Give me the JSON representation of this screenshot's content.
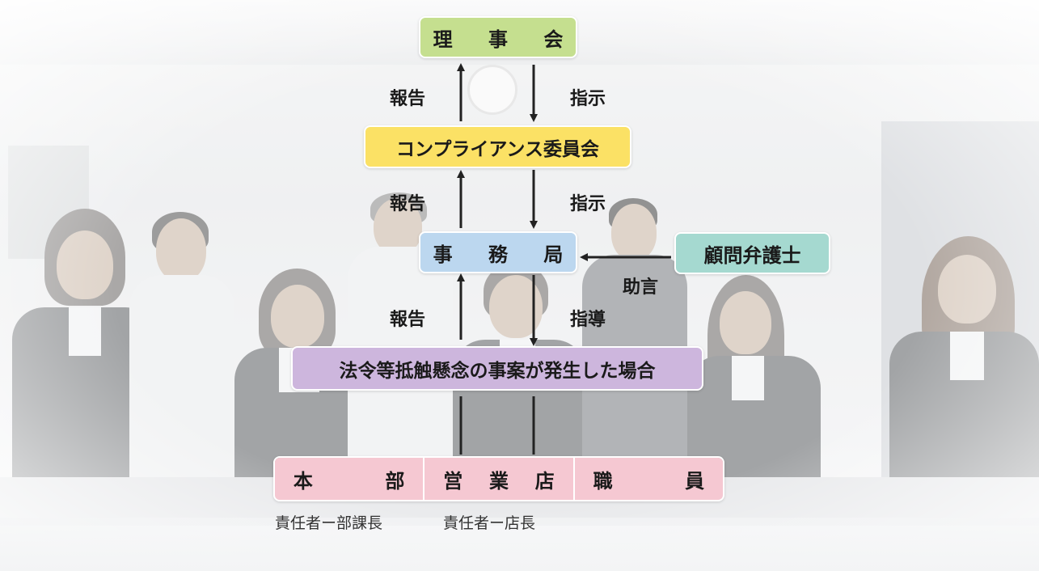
{
  "nodes": {
    "board": "理 事 会",
    "compliance_committee": "コンプライアンス委員会",
    "secretariat": "事 務 局",
    "legal_advisor": "顧問弁護士",
    "incident": "法令等抵触懸念の事案が発生した場合"
  },
  "edges": {
    "report_1": "報告",
    "instruct_1": "指示",
    "report_2": "報告",
    "instruct_2": "指示",
    "report_3": "報告",
    "guide_3": "指導",
    "advice": "助言"
  },
  "bottom_groups": [
    {
      "chars": [
        "本",
        "部"
      ]
    },
    {
      "chars": [
        "営",
        "業",
        "店"
      ]
    },
    {
      "chars": [
        "職",
        "員"
      ]
    }
  ],
  "notes": {
    "hq_responsible": "責任者ー部課長",
    "branch_responsible": "責任者ー店長"
  },
  "colors": {
    "board": "#c5df8f",
    "compliance_committee": "#fbe165",
    "secretariat": "#bcd7ef",
    "legal_advisor": "#a5d9d0",
    "incident": "#cdb6dd",
    "bottom": "#f5c8d2",
    "arrow": "#222222"
  }
}
